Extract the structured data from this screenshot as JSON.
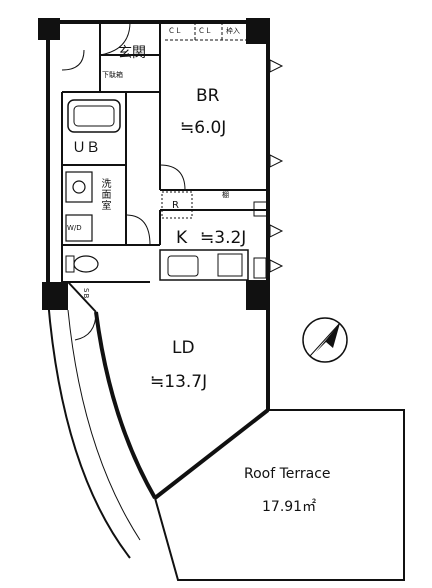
{
  "rooms": {
    "br": {
      "name": "BR",
      "size": "≒6.0J"
    },
    "k": {
      "name": "K",
      "size": "≒3.2J"
    },
    "ld": {
      "name": "LD",
      "size": "≒13.7J"
    },
    "ub": {
      "name": "ＵＢ"
    },
    "terrace": {
      "name": "Roof Terrace",
      "area": "17.91㎡"
    }
  },
  "labels": {
    "genkan": "玄関",
    "getabako": "下駄箱",
    "cl1": "ＣＬ",
    "cl2": "ＣＬ",
    "oshiire": "枠入",
    "tana": "棚",
    "sentakuki": "洗面室",
    "wd": "W/D",
    "r": "R",
    "sb": "SB"
  },
  "icons": {
    "compass": "north-arrow-icon"
  }
}
